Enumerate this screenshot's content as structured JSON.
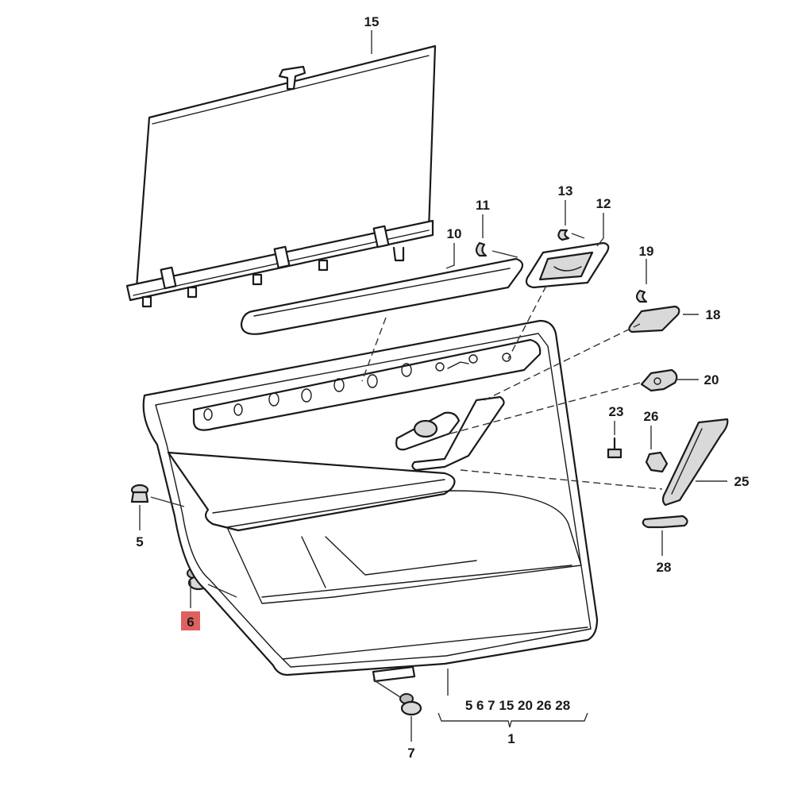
{
  "diagram": {
    "highlight_color": "#e06060",
    "callouts": {
      "c15": "15",
      "c11": "11",
      "c13": "13",
      "c12": "12",
      "c10": "10",
      "c19": "19",
      "c18": "18",
      "c20": "20",
      "c23": "23",
      "c26": "26",
      "c25": "25",
      "c28": "28",
      "c5": "5",
      "c6": "6",
      "c7": "7",
      "c1": "1"
    },
    "group_label": "5 6 7 15 20 26 28"
  }
}
